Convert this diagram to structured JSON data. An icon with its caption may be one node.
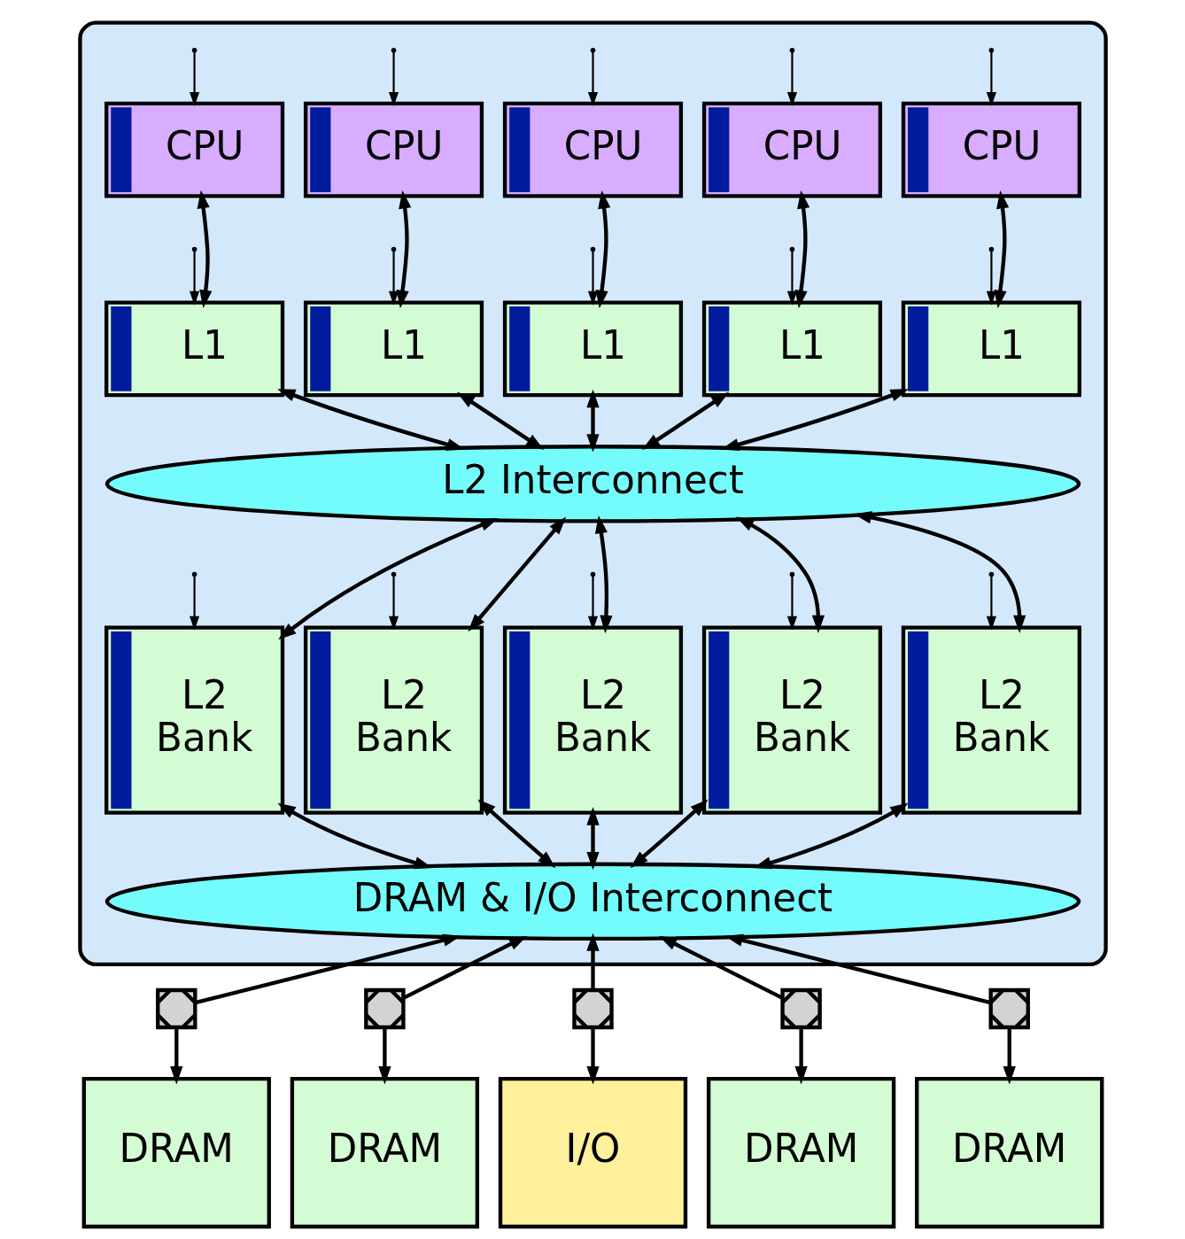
{
  "diagram": {
    "nodes": [
      {
        "text": [],
        "shape": "box"
      },
      {
        "text": [
          "CPU"
        ],
        "in": 0
      },
      {
        "text": [
          "CPU"
        ],
        "in": 0
      },
      {
        "text": [
          "CPU"
        ],
        "in": 0
      },
      {
        "text": [
          "CPU"
        ],
        "in": 0
      },
      {
        "text": [
          "CPU"
        ],
        "in": 0
      },
      {
        "text": [
          "L1"
        ],
        "in": 0
      },
      {
        "text": [
          "L1"
        ],
        "in": 0
      },
      {
        "text": [
          "L1"
        ],
        "in": 0
      },
      {
        "text": [
          "L1"
        ],
        "in": 0
      },
      {
        "text": [
          "L1"
        ],
        "in": 0
      },
      {
        "text": [
          "L2 Interconnect"
        ],
        "in": 0
      },
      {
        "text": [
          "L2 Bank"
        ],
        "in": 0
      },
      {
        "text": [
          "L2 Bank"
        ],
        "in": 0
      },
      {
        "text": [
          "L2 Bank"
        ],
        "in": 0
      },
      {
        "text": [
          "L2 Bank"
        ],
        "in": 0
      },
      {
        "text": [
          "L2 Bank"
        ],
        "in": 0
      },
      {
        "text": [
          "DRAM & I/O Interconnect"
        ],
        "in": 0
      },
      {
        "text": [],
        "shape": "box"
      },
      {
        "text": [],
        "shape": "box"
      },
      {
        "text": [],
        "shape": "box"
      },
      {
        "text": [],
        "shape": "box"
      },
      {
        "text": [],
        "shape": "box"
      },
      {
        "text": [
          "DRAM"
        ]
      },
      {
        "text": [
          "DRAM"
        ]
      },
      {
        "text": [
          "I/O"
        ]
      },
      {
        "text": [
          "DRAM"
        ]
      },
      {
        "text": [
          "DRAM"
        ]
      }
    ],
    "edges": [
      {
        "from": null,
        "to": 1,
        "arrow": "to"
      },
      {
        "from": null,
        "to": 2,
        "arrow": "to"
      },
      {
        "from": null,
        "to": 3,
        "arrow": "to"
      },
      {
        "from": null,
        "to": 4,
        "arrow": "to"
      },
      {
        "from": null,
        "to": 5,
        "arrow": "to"
      },
      {
        "from": 1,
        "to": 6,
        "arrow": "both"
      },
      {
        "from": 2,
        "to": 7,
        "arrow": "both"
      },
      {
        "from": 3,
        "to": 8,
        "arrow": "both"
      },
      {
        "from": 4,
        "to": 9,
        "arrow": "both"
      },
      {
        "from": 5,
        "to": 10,
        "arrow": "both"
      },
      {
        "from": null,
        "to": 6,
        "arrow": "to"
      },
      {
        "from": null,
        "to": 7,
        "arrow": "to"
      },
      {
        "from": null,
        "to": 8,
        "arrow": "to"
      },
      {
        "from": null,
        "to": 9,
        "arrow": "to"
      },
      {
        "from": null,
        "to": 10,
        "arrow": "to"
      },
      {
        "from": 6,
        "to": 11,
        "arrow": "both"
      },
      {
        "from": 7,
        "to": 11,
        "arrow": "both"
      },
      {
        "from": 8,
        "to": 11,
        "arrow": "both"
      },
      {
        "from": 9,
        "to": 11,
        "arrow": "both"
      },
      {
        "from": 10,
        "to": 11,
        "arrow": "both"
      },
      {
        "from": null,
        "to": 12,
        "arrow": "to"
      },
      {
        "from": null,
        "to": 13,
        "arrow": "to"
      },
      {
        "from": null,
        "to": 14,
        "arrow": "to"
      },
      {
        "from": null,
        "to": 15,
        "arrow": "to"
      },
      {
        "from": null,
        "to": 16,
        "arrow": "to"
      },
      {
        "from": 11,
        "to": 12,
        "arrow": "both"
      },
      {
        "from": 11,
        "to": 13,
        "arrow": "both"
      },
      {
        "from": 11,
        "to": 14,
        "arrow": "both"
      },
      {
        "from": 11,
        "to": 15,
        "arrow": "both"
      },
      {
        "from": 11,
        "to": 16,
        "arrow": "both"
      },
      {
        "from": 12,
        "to": 17,
        "arrow": "both"
      },
      {
        "from": 13,
        "to": 17,
        "arrow": "both"
      },
      {
        "from": 14,
        "to": 17,
        "arrow": "both"
      },
      {
        "from": 15,
        "to": 17,
        "arrow": "both"
      },
      {
        "from": 16,
        "to": 17,
        "arrow": "both"
      },
      {
        "from": 18,
        "to": 17,
        "arrow": "to"
      },
      {
        "from": 19,
        "to": 17,
        "arrow": "to"
      },
      {
        "from": 20,
        "to": 17,
        "arrow": "to"
      },
      {
        "from": 21,
        "to": 17,
        "arrow": "to"
      },
      {
        "from": 22,
        "to": 17,
        "arrow": "to"
      },
      {
        "from": 18,
        "to": 23,
        "arrow": "to"
      },
      {
        "from": 19,
        "to": 24,
        "arrow": "to"
      },
      {
        "from": 20,
        "to": 25,
        "arrow": "to"
      },
      {
        "from": 21,
        "to": 26,
        "arrow": "to"
      },
      {
        "from": 22,
        "to": 27,
        "arrow": "to"
      }
    ]
  }
}
